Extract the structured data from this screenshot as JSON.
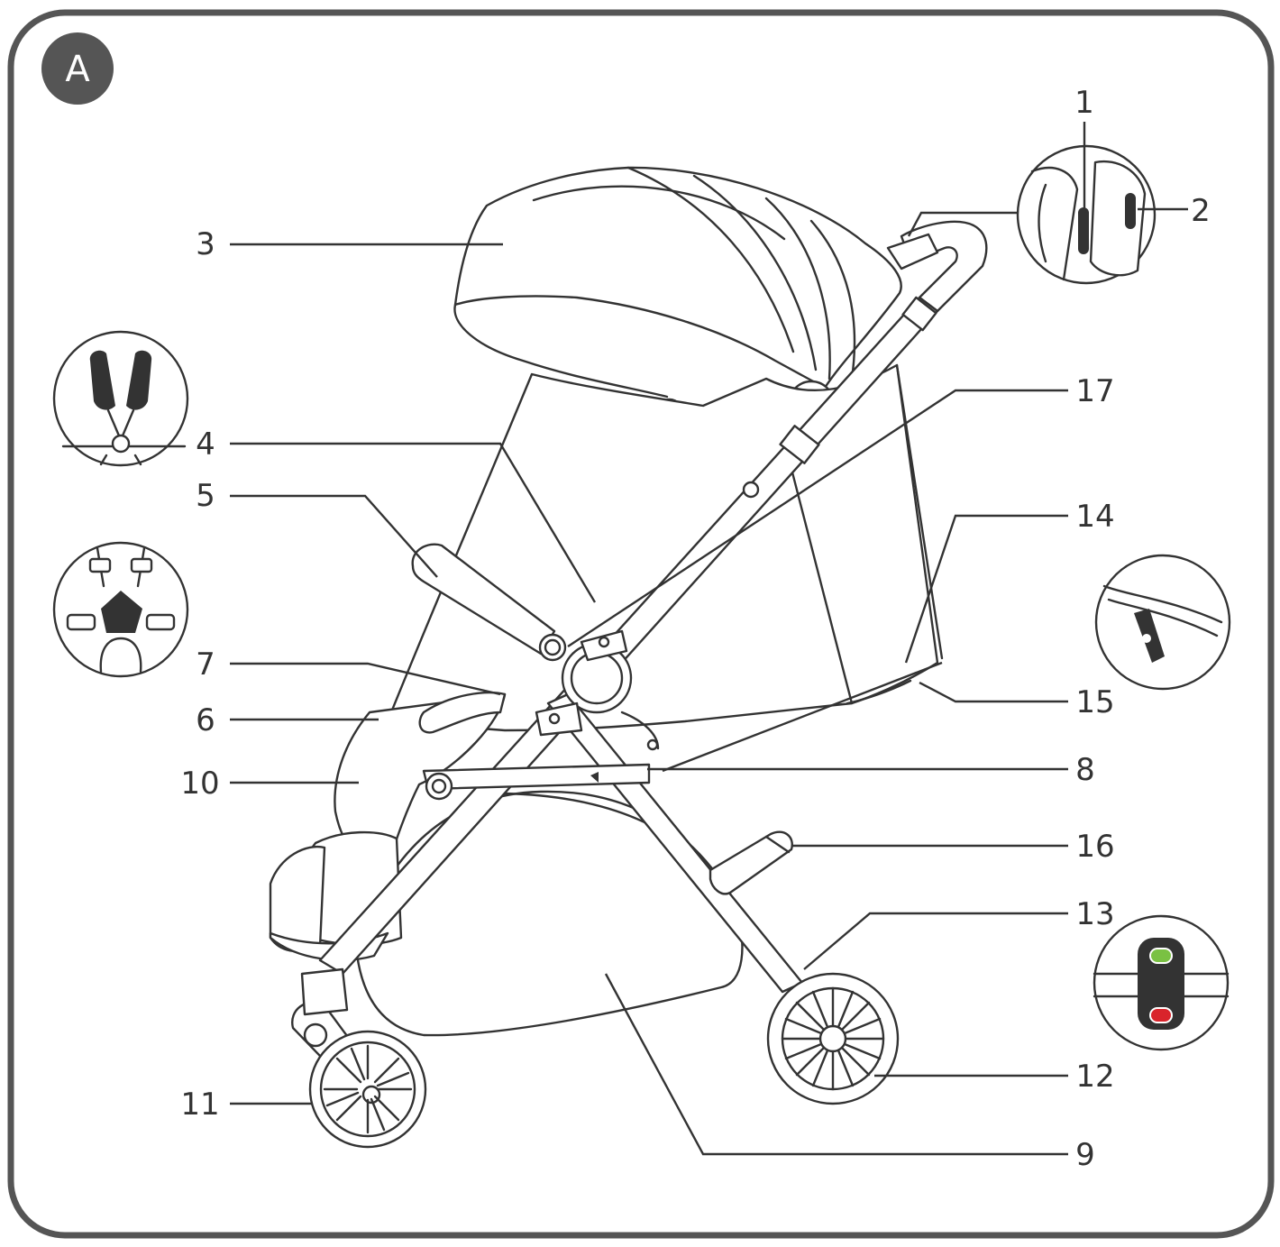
{
  "badge": "A",
  "colors": {
    "frame": "#555555",
    "ink": "#333333",
    "badge_bg": "#555555",
    "indicator_green": "#7ac143",
    "indicator_red": "#d9242b"
  },
  "callouts": [
    {
      "id": "c1",
      "label": "1"
    },
    {
      "id": "c2",
      "label": "2"
    },
    {
      "id": "c3",
      "label": "3"
    },
    {
      "id": "c4",
      "label": "4"
    },
    {
      "id": "c5",
      "label": "5"
    },
    {
      "id": "c6",
      "label": "6"
    },
    {
      "id": "c7",
      "label": "7"
    },
    {
      "id": "c8",
      "label": "8"
    },
    {
      "id": "c9",
      "label": "9"
    },
    {
      "id": "c10",
      "label": "10"
    },
    {
      "id": "c11",
      "label": "11"
    },
    {
      "id": "c12",
      "label": "12"
    },
    {
      "id": "c13",
      "label": "13"
    },
    {
      "id": "c14",
      "label": "14"
    },
    {
      "id": "c15",
      "label": "15"
    },
    {
      "id": "c16",
      "label": "16"
    },
    {
      "id": "c17",
      "label": "17"
    }
  ],
  "icons": {
    "handle_detail": "handle-button-detail-icon",
    "harness_top": "shoulder-harness-detail-icon",
    "harness_buckle": "harness-buckle-detail-icon",
    "strap_clip": "strap-clip-detail-icon",
    "brake_indicator": "brake-indicator-detail-icon"
  }
}
